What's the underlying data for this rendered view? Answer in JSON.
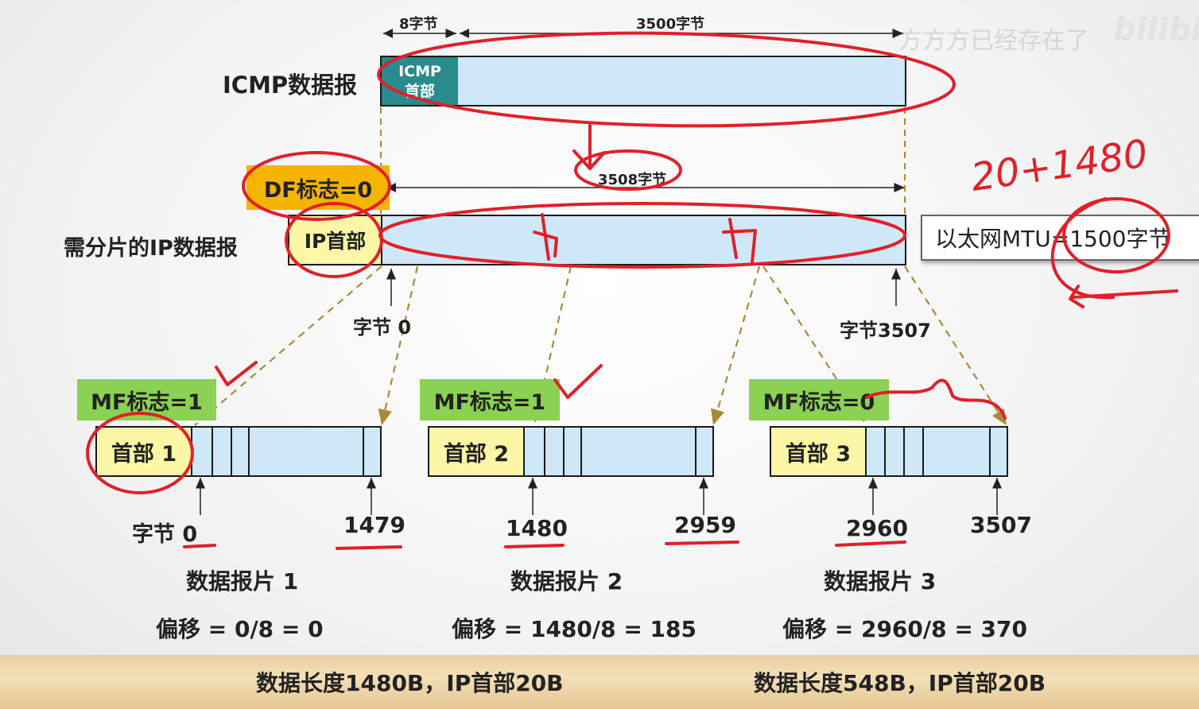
{
  "top": {
    "icmp_label": "ICMP数据报",
    "icmp_header_line1": "ICMP",
    "icmp_header_line2": "首部",
    "bytes8": "8字节",
    "bytes3500": "3500字节"
  },
  "middle": {
    "df_flag": "DF标志=0",
    "bytes3508": "3508字节",
    "ip_label": "需分片的IP数据报",
    "ip_header": "IP首部",
    "byte_start": "字节 0",
    "byte_end": "字节3507",
    "mtu": "以太网MTU=1500字节"
  },
  "fragments": [
    {
      "mf": "MF标志=1",
      "header": "首部 1",
      "start": "0",
      "start_prefix": "字节",
      "end": "1479",
      "name": "数据报片 1",
      "offset": "偏移 = 0/8 = 0"
    },
    {
      "mf": "MF标志=1",
      "header": "首部 2",
      "start": "1480",
      "end": "2959",
      "name": "数据报片 2",
      "offset": "偏移 = 1480/8 = 185"
    },
    {
      "mf": "MF标志=0",
      "header": "首部 3",
      "start": "2960",
      "end": "3507",
      "name": "数据报片 3",
      "offset": "偏移 = 2960/8 = 370"
    }
  ],
  "footer": {
    "left": "数据长度1480B，IP首部20B",
    "right": "数据长度548B，IP首部20B"
  },
  "annotations": {
    "handwritten_sum": "20+1480"
  },
  "watermark": {
    "text": "方方方已经存在了",
    "logo": "bilibili"
  },
  "colors": {
    "blue_fill": "#cfe8f8",
    "header_teal": "#2a8a8c",
    "yellow_fill": "#fcf7a6",
    "df_orange": "#f4b400",
    "mf_green": "#8bd153",
    "ink_red": "#e0202a",
    "dash_brown": "#a88a3a"
  }
}
